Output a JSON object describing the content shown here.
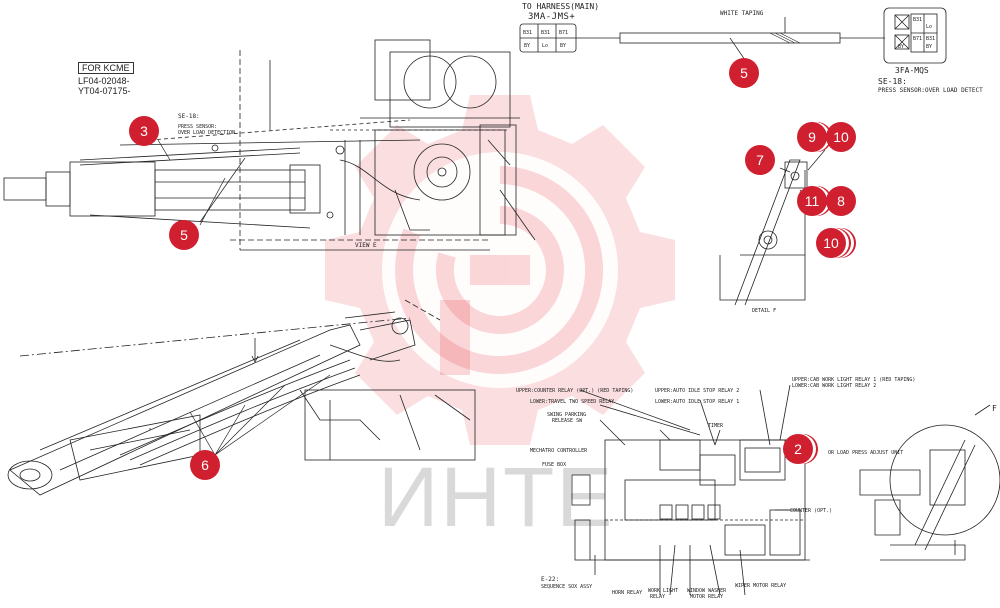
{
  "watermark": {
    "text": "ИНТЕ",
    "color": "#e8323c"
  },
  "kcme_box": {
    "label": "FOR KCME",
    "serial_1": "LF04-02048-",
    "serial_2": "YT04-07175-"
  },
  "harness": {
    "to_harness": "TO HARNESS(MAIN)",
    "connector_id": "3MA-JMS+",
    "connector_cells": [
      "B31",
      "B31",
      "B71",
      "BY",
      "Lo",
      "BY"
    ],
    "white_taping": "WHITE TAPING",
    "sensor_connector_id": "3FA-MQS",
    "sensor_connector_cells": [
      "B31",
      "Lo",
      "B71",
      "BY",
      "B31",
      "BY"
    ],
    "se18_code": "SE-18:",
    "se18_desc": "PRESS SENSOR:OVER LOAD DETECT"
  },
  "view_left": {
    "se18_code": "SE-18:",
    "se18_desc_1": "PRESS SENSOR:",
    "se18_desc_2": "OVER LOAD DETECTION",
    "view_label": "VIEW E"
  },
  "detail": {
    "label": "DETAIL F"
  },
  "relay_panel": {
    "upper_counter_relay": "UPPER:COUNTER RELAY (OPT.) (RED TAPING)",
    "lower_travel_relay": "LOWER:TRAVEL TWO SPEED RELAY",
    "swing_parking": "SWING PARKING",
    "release_sw": "RELEASE SW",
    "upper_auto_idle_2": "UPPER:AUTO IDLE STOP RELAY 2",
    "lower_auto_idle_1": "LOWER:AUTO IDLE STOP RELAY 1",
    "upper_cab_work_light": "UPPER:CAB WORK LIGHT RELAY 1 (RED TAPING)",
    "lower_cab_work_light": "LOWER:CAB WORK LIGHT RELAY 2",
    "timer": "TIMER",
    "load_press_adjust": "OR LOAD PRESS ADJUST UNIT",
    "mechatro_controller": "MECHATRO CONTROLLER",
    "fuse_box": "FUSE BOX",
    "counter": "COUNTER (OPT.)",
    "e22_code": "E-22:",
    "e22_desc": "SEQUENCE SOX ASSY",
    "horn_relay": "HORN RELAY",
    "work_light_relay_1": "WORK LIGHT",
    "work_light_relay_2": "RELAY",
    "window_washer_1": "WINDOW WASHER",
    "window_washer_2": "MOTOR RELAY",
    "wiper_motor_relay": "WIPER MOTOR RELAY",
    "side_detail": "F"
  },
  "callouts": [
    {
      "id": "c5-top",
      "label": "5"
    },
    {
      "id": "c3",
      "label": "3"
    },
    {
      "id": "c5-left",
      "label": "5"
    },
    {
      "id": "c9",
      "label": "9"
    },
    {
      "id": "c10-top",
      "label": "10"
    },
    {
      "id": "c7",
      "label": "7"
    },
    {
      "id": "c11",
      "label": "11"
    },
    {
      "id": "c8",
      "label": "8"
    },
    {
      "id": "c10-bottom",
      "label": "10"
    },
    {
      "id": "c6",
      "label": "6"
    },
    {
      "id": "c2",
      "label": "2"
    }
  ]
}
